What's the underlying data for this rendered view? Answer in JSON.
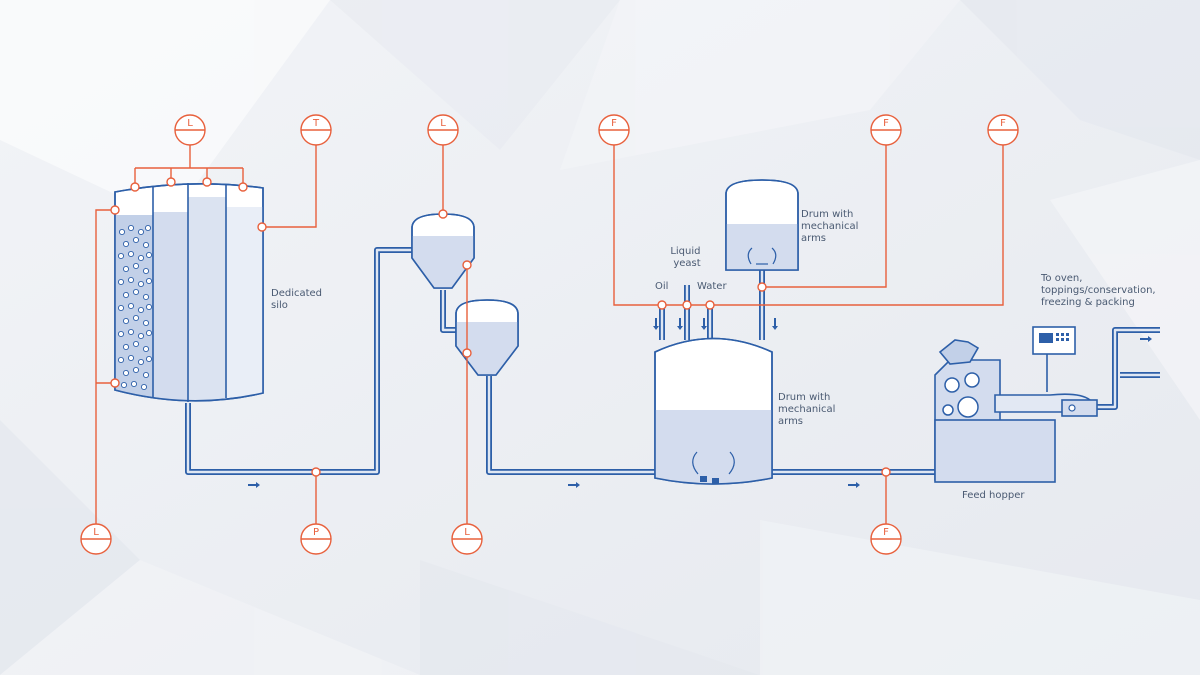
{
  "labels": {
    "dedicated_silo": [
      "Dedicated",
      "silo"
    ],
    "liquid_yeast": [
      "Liquid",
      "yeast"
    ],
    "oil": "Oil",
    "water": "Water",
    "drum_mechanical_arms_top": [
      "Drum with",
      "mechanical",
      "arms"
    ],
    "drum_mechanical_arms_main": [
      "Drum with",
      "mechanical",
      "arms"
    ],
    "feed_hopper": "Feed hopper",
    "to_oven": [
      "To oven,",
      "toppings/conservation,",
      "freezing & packing"
    ]
  },
  "instruments": {
    "silo_top_level": "L",
    "silo_temperature": "T",
    "silo_bottom_level": "L",
    "pipe_pressure": "P",
    "hopper_top_level": "L",
    "hopper_bottom_level": "L",
    "mixer_flow": "F",
    "top_drum_flow": "F",
    "right_flow": "F",
    "pipe_flow": "F"
  },
  "colors": {
    "background": "#eef0f4",
    "pipe": "#2d5fa8",
    "vessel_fill": "#d3dcee",
    "signal": "#e8603c",
    "label": "#4a5a72"
  }
}
